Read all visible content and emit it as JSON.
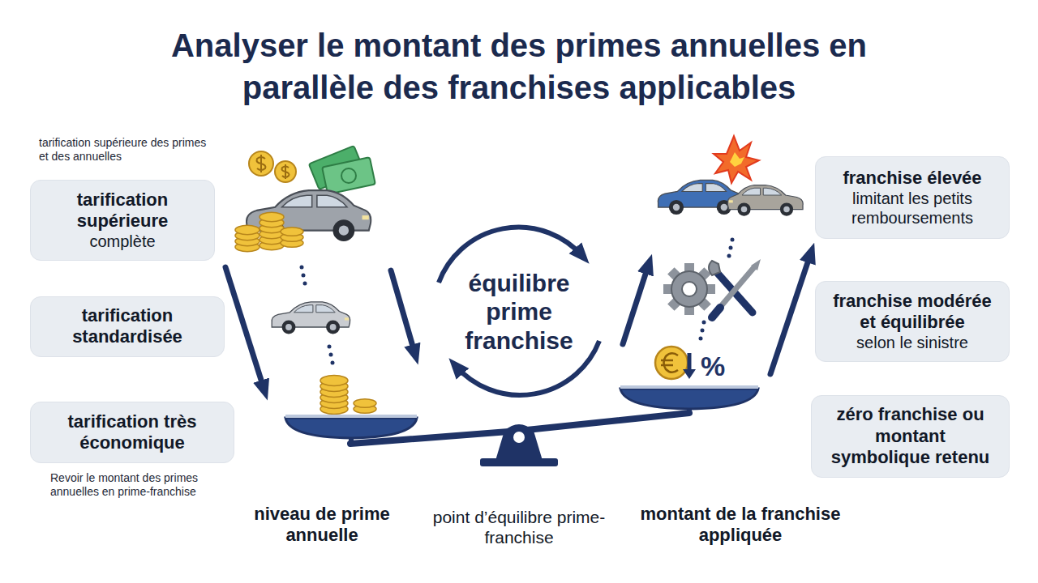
{
  "diagram": {
    "title": "Analyser le montant des primes annuelles en parallèle des franchises applicables",
    "nodes": [
      {
        "text": [
          "tarification supérieure",
          "complète"
        ]
      },
      {
        "text": [
          "tarification standardisée"
        ]
      },
      {
        "text": [
          "tarification très économique"
        ]
      },
      {
        "text": [
          "franchise élevée",
          "limitant les petits remboursements"
        ]
      },
      {
        "text": [
          "franchise modérée et équilibrée",
          "selon le sinistre"
        ]
      },
      {
        "text": [
          "zéro franchise ou montant symbolique retenu"
        ]
      }
    ],
    "labels": [
      "tarification supérieure des primes et des annuelles",
      "équilibre prime franchise",
      "Revoir le montant des primes annuelles en prime-franchise",
      "niveau de prime annuelle",
      "point d’équilibre prime-franchise",
      "montant de la franchise appliquée",
      "%"
    ]
  }
}
